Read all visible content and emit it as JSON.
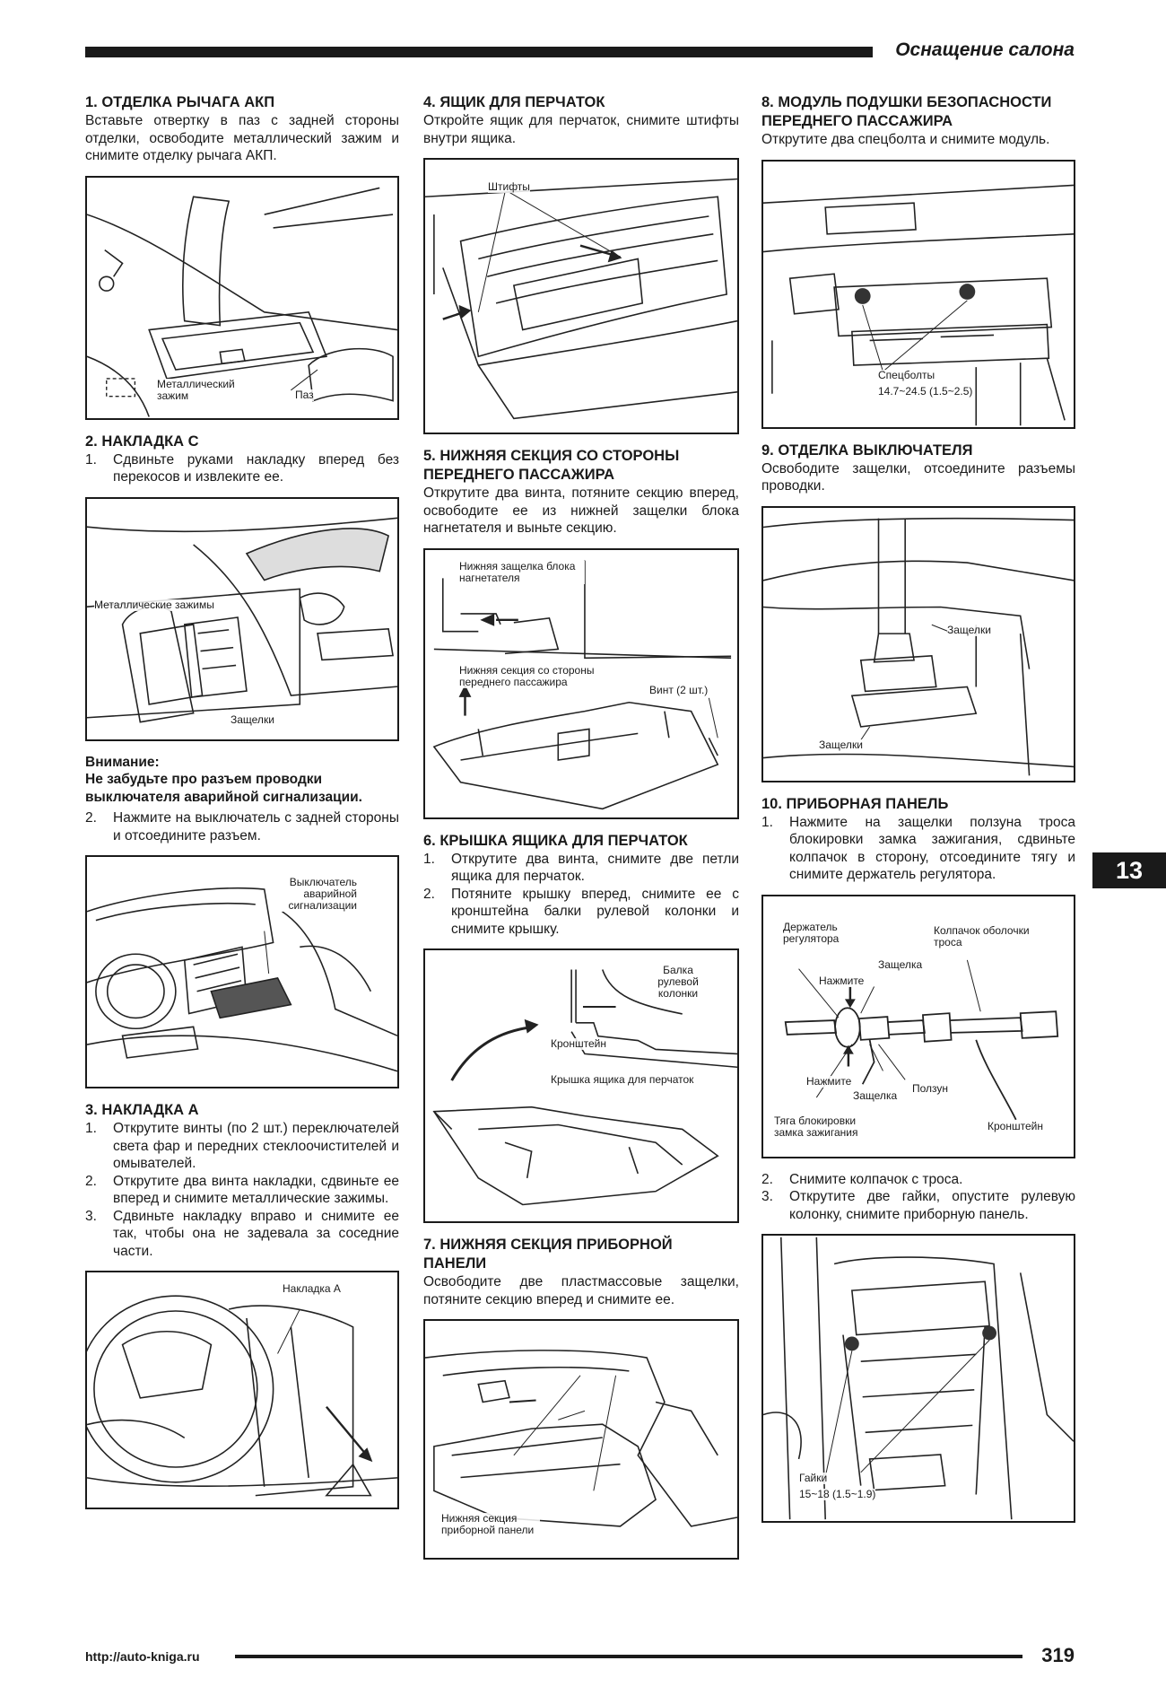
{
  "header": {
    "title": "Оснащение салона"
  },
  "col1": {
    "s1": {
      "title": "1. ОТДЕЛКА РЫЧАГА АКП",
      "text": "Вставьте отвертку в паз с задней стороны отделки, освободите металлический зажим и снимите отделку рычага АКП.",
      "fig_labels": {
        "clip": "Металлический зажим",
        "slot": "Паз"
      }
    },
    "s2": {
      "title": "2. НАКЛАДКА С",
      "items": [
        {
          "n": "1.",
          "t": "Сдвиньте руками накладку вперед без перекосов и извлеките ее."
        }
      ],
      "fig_labels": {
        "clips": "Металлические зажимы",
        "latches": "Защелки"
      }
    },
    "warning": {
      "title": "Внимание:",
      "text": "Не забудьте про разъем проводки выключателя аварийной сигнализации."
    },
    "s2b": {
      "items": [
        {
          "n": "2.",
          "t": "Нажмите на выключатель с задней стороны и отсоедините разъем."
        }
      ],
      "fig_labels": {
        "switch": "Выключатель аварийной сигнализации"
      }
    },
    "s3": {
      "title": "3. НАКЛАДКА А",
      "items": [
        {
          "n": "1.",
          "t": "Открутите винты (по 2 шт.) переключателей света фар и передних стеклоочистителей и омывателей."
        },
        {
          "n": "2.",
          "t": "Открутите два винта накладки, сдвиньте ее вперед и снимите металлические зажимы."
        },
        {
          "n": "3.",
          "t": "Сдвиньте накладку вправо и снимите ее так, чтобы она не задевала за соседние части."
        }
      ],
      "fig_labels": {
        "panel": "Накладка А"
      }
    }
  },
  "col2": {
    "s4": {
      "title": "4. ЯЩИК ДЛЯ ПЕРЧАТОК",
      "text": "Откройте ящик для перчаток, снимите штифты внутри ящика.",
      "fig_labels": {
        "pins": "Штифты"
      }
    },
    "s5": {
      "title": "5. НИЖНЯЯ СЕКЦИЯ СО СТОРОНЫ ПЕРЕДНЕГО ПАССАЖИРА",
      "text": "Открутите два винта, потяните секцию вперед, освободите ее из нижней защелки блока нагнетателя и выньте секцию.",
      "fig_labels": {
        "latch": "Нижняя защелка блока нагнетателя",
        "section": "Нижняя секция со стороны переднего пассажира",
        "screw": "Винт (2 шт.)"
      }
    },
    "s6": {
      "title": "6. КРЫШКА ЯЩИКА ДЛЯ ПЕРЧАТОК",
      "items": [
        {
          "n": "1.",
          "t": "Открутите два винта, снимите две петли ящика для перчаток."
        },
        {
          "n": "2.",
          "t": "Потяните крышку вперед, снимите ее с кронштейна балки рулевой колонки и снимите крышку."
        }
      ],
      "fig_labels": {
        "beam": "Балка рулевой колонки",
        "bracket": "Кронштейн",
        "lid": "Крышка ящика для перчаток"
      }
    },
    "s7": {
      "title": "7. НИЖНЯЯ СЕКЦИЯ ПРИБОРНОЙ ПАНЕЛИ",
      "text": "Освободите две пластмассовые защелки, потяните секцию вперед и снимите ее.",
      "fig_labels": {
        "section": "Нижняя секция приборной панели"
      }
    }
  },
  "col3": {
    "s8": {
      "title": "8. МОДУЛЬ ПОДУШКИ БЕЗОПАСНОСТИ ПЕРЕДНЕГО ПАССАЖИРА",
      "text": "Открутите два спецболта и снимите модуль.",
      "fig_labels": {
        "bolts": "Спецболты",
        "torque": "14.7~24.5 (1.5~2.5)"
      }
    },
    "s9": {
      "title": "9. ОТДЕЛКА ВЫКЛЮЧАТЕЛЯ",
      "text": "Освободите защелки, отсоедините разъемы проводки.",
      "fig_labels": {
        "latches1": "Защелки",
        "latches2": "Защелки"
      }
    },
    "s10": {
      "title": "10. ПРИБОРНАЯ ПАНЕЛЬ",
      "items": [
        {
          "n": "1.",
          "t": "Нажмите на защелки ползуна троса блокировки замка зажигания, сдвиньте колпачок в сторону, отсоедините тягу и снимите держатель регулятора."
        }
      ],
      "items2": [
        {
          "n": "2.",
          "t": "Снимите колпачок с троса."
        },
        {
          "n": "3.",
          "t": "Открутите две гайки, опустите рулевую колонку, снимите приборную панель."
        }
      ],
      "fig_labels": {
        "holder": "Держатель регулятора",
        "cap": "Колпачок оболочки троса",
        "latch": "Защелка",
        "press1": "Нажмите",
        "press2": "Нажмите",
        "latch2": "Защелка",
        "slider": "Ползун",
        "rod": "Тяга блокировки замка зажигания",
        "bracket": "Кронштейн",
        "nuts": "Гайки",
        "torque": "15~18 (1.5~1.9)"
      }
    }
  },
  "tab": {
    "label": "13"
  },
  "footer": {
    "url": "http://auto-kniga.ru",
    "page": "319"
  }
}
